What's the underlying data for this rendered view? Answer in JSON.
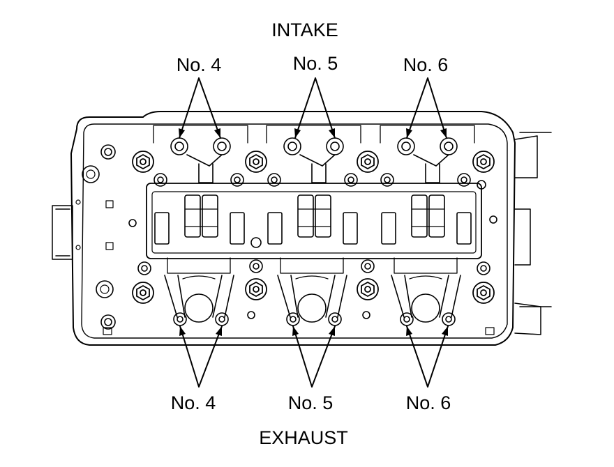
{
  "labels": {
    "intake": "INTAKE",
    "exhaust": "EXHAUST",
    "intake_cylinders": [
      "No. 4",
      "No. 5",
      "No. 6"
    ],
    "exhaust_cylinders": [
      "No. 4",
      "No. 5",
      "No. 6"
    ]
  },
  "style": {
    "line_color": "#000000",
    "background": "#ffffff"
  }
}
